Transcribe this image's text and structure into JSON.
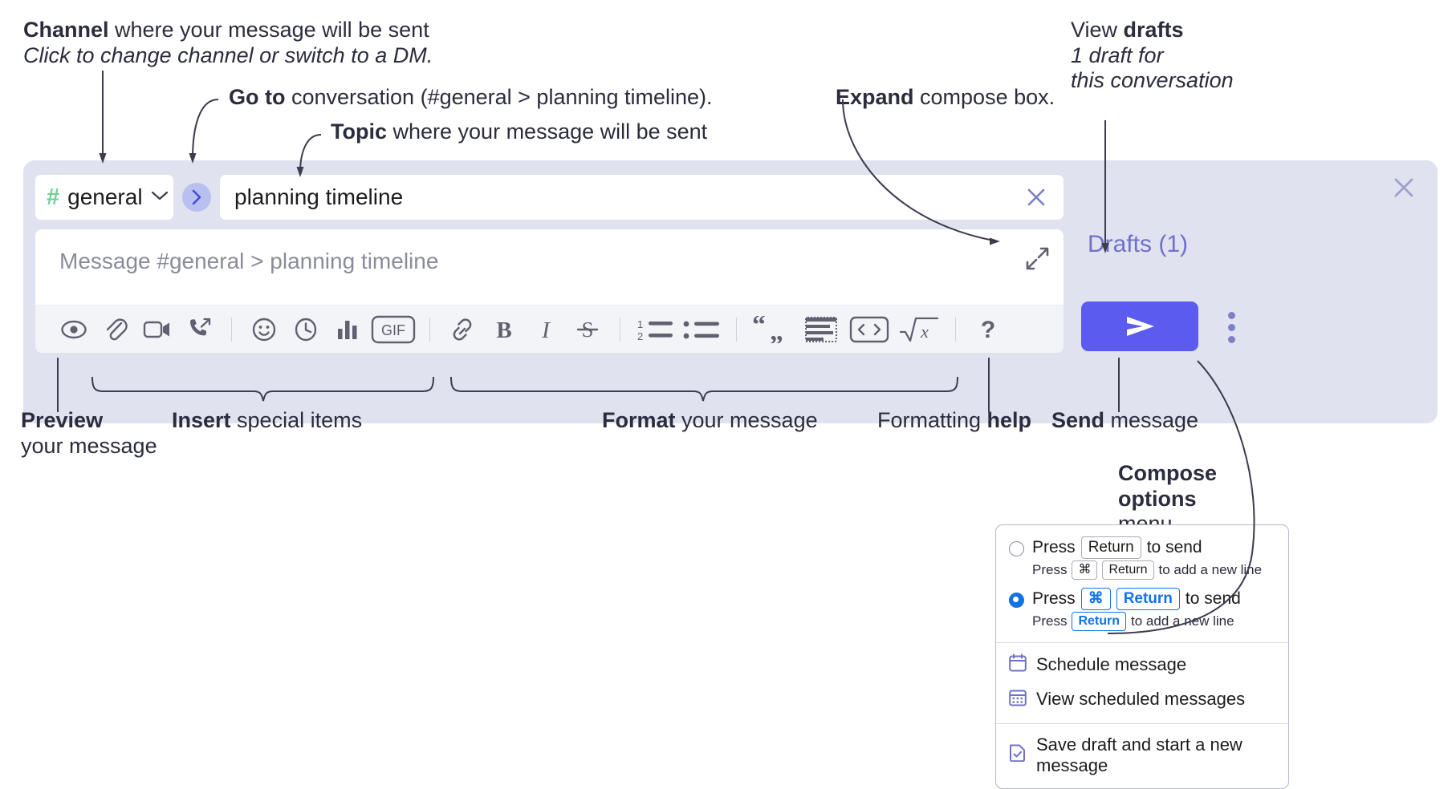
{
  "annotations": {
    "channel": {
      "line1_bold": "Channel",
      "line1_rest": " where your message will be sent",
      "line2_italic": "Click to change channel or switch to a DM."
    },
    "goto": {
      "bold": "Go to",
      "rest": " conversation (#general > planning timeline)."
    },
    "topic": {
      "bold": "Topic",
      "rest": " where your message will be sent"
    },
    "expand": {
      "bold": "Expand",
      "rest": " compose box."
    },
    "drafts": {
      "line1_pre": "View ",
      "line1_bold": "drafts",
      "line2_italic": "1 draft for",
      "line3_italic": "this conversation"
    },
    "preview": {
      "bold": "Preview",
      "rest": "your message"
    },
    "insert": {
      "bold": "Insert",
      "rest": " special items"
    },
    "format": {
      "bold": "Format",
      "rest": " your message"
    },
    "formatting_help": {
      "pre": "Formatting ",
      "bold": "help"
    },
    "send": {
      "bold": "Send",
      "rest": " message"
    },
    "compose_options": {
      "bold1": "Compose",
      "bold2": "options",
      "rest": "menu"
    }
  },
  "compose": {
    "channel_chip": {
      "hash": "#",
      "name": "general",
      "chevron_icon": "chevron-down-icon"
    },
    "goto_icon": "chevron-right-icon",
    "topic": {
      "value": "planning timeline",
      "clear_icon": "close-icon"
    },
    "message": {
      "placeholder": "Message #general > planning timeline",
      "expand_icon": "expand-arrows-icon"
    },
    "toolbar": [
      {
        "name": "preview-icon",
        "label": "Preview"
      },
      {
        "name": "attachment-icon",
        "label": "Attach file"
      },
      {
        "name": "video-icon",
        "label": "Video"
      },
      {
        "name": "phone-forward-icon",
        "label": "Call"
      },
      {
        "name": "divider",
        "label": ""
      },
      {
        "name": "emoji-icon",
        "label": "Emoji"
      },
      {
        "name": "clock-icon",
        "label": "Reminder"
      },
      {
        "name": "poll-icon",
        "label": "Poll"
      },
      {
        "name": "gif-icon",
        "label": "GIF"
      },
      {
        "name": "divider",
        "label": ""
      },
      {
        "name": "link-icon",
        "label": "Link"
      },
      {
        "name": "bold-icon",
        "label": "B"
      },
      {
        "name": "italic-icon",
        "label": "I"
      },
      {
        "name": "strikethrough-icon",
        "label": "S"
      },
      {
        "name": "divider",
        "label": ""
      },
      {
        "name": "ordered-list-icon",
        "label": "Numbered list"
      },
      {
        "name": "bulleted-list-icon",
        "label": "Bulleted list"
      },
      {
        "name": "divider",
        "label": ""
      },
      {
        "name": "blockquote-icon",
        "label": "Quote"
      },
      {
        "name": "code-block-icon",
        "label": "Code block"
      },
      {
        "name": "inline-code-icon",
        "label": "Code"
      },
      {
        "name": "math-icon",
        "label": "Math"
      },
      {
        "name": "divider",
        "label": ""
      },
      {
        "name": "help-icon",
        "label": "?"
      }
    ],
    "gif_label": "GIF",
    "bold_label": "B",
    "italic_label": "I",
    "strike_label": "S",
    "help_label": "?",
    "panel_close_icon": "close-icon",
    "drafts_link": "Drafts (1)",
    "send_button": {
      "icon": "send-icon",
      "label": "Send"
    },
    "kebab_icon": "more-vertical-icon"
  },
  "options_menu": {
    "send_options": [
      {
        "selected": false,
        "main_pre": "Press",
        "main_keys": [
          "Return"
        ],
        "main_post": "to send",
        "sub_pre": "Press",
        "sub_keys": [
          "⌘",
          "Return"
        ],
        "sub_post": "to add a new line"
      },
      {
        "selected": true,
        "main_pre": "Press",
        "main_keys": [
          "⌘",
          "Return"
        ],
        "main_post": "to send",
        "sub_pre": "Press",
        "sub_keys": [
          "Return"
        ],
        "sub_post": "to add a new line"
      }
    ],
    "items": [
      {
        "icon": "calendar-schedule-icon",
        "label": "Schedule message"
      },
      {
        "icon": "calendar-list-icon",
        "label": "View scheduled messages"
      },
      {
        "icon": "save-draft-icon",
        "label": "Save draft and start a new message"
      }
    ]
  },
  "colors": {
    "panel_bg": "#e0e2f0",
    "accent_send": "#5b5bf0",
    "drafts_text": "#6f71c9",
    "hash_green": "#6fce9a",
    "goto_circle": "#b9c0ef",
    "radio_blue": "#1273e6",
    "toolbar_bg": "#f3f4f8",
    "text_dark": "#2b2c3d"
  }
}
